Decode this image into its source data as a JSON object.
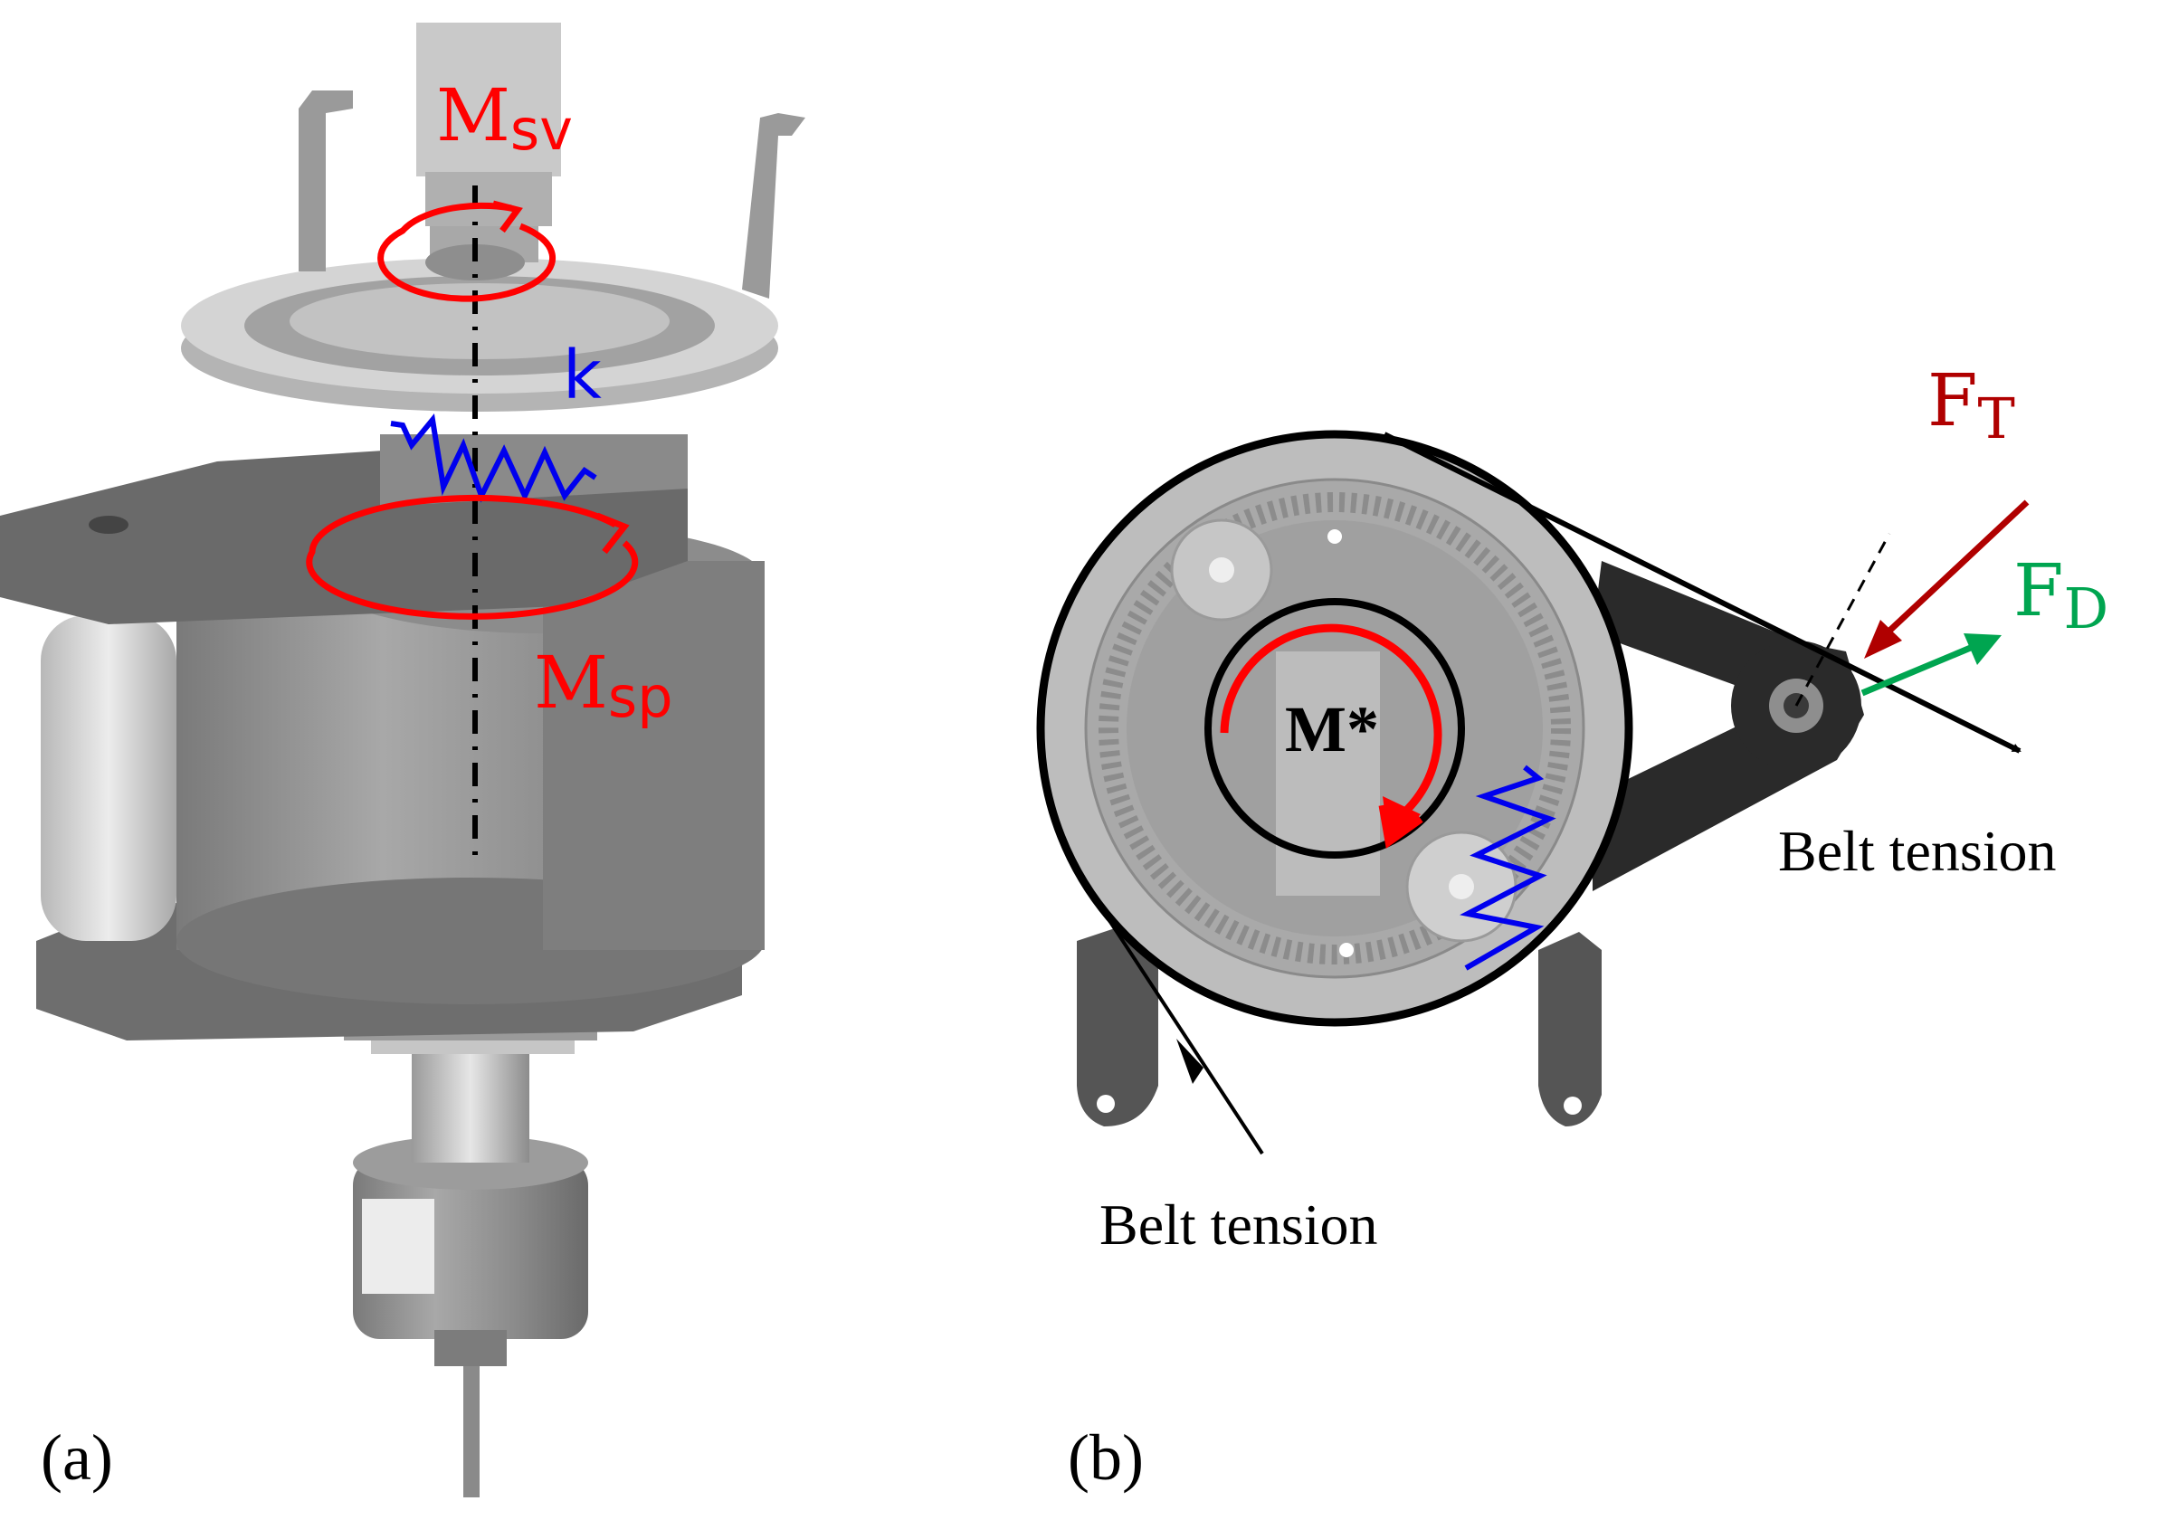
{
  "panels": {
    "a": {
      "caption": "(a)"
    },
    "b": {
      "caption": "(b)"
    }
  },
  "symbols": {
    "m_sv": {
      "main": "M",
      "sub": "sv"
    },
    "k": "k",
    "m_sp": {
      "main": "M",
      "sub": "sp"
    },
    "m_star": "M*",
    "f_t": {
      "main": "F",
      "sub": "T"
    },
    "f_d": {
      "main": "F",
      "sub": "D"
    }
  },
  "annotations": {
    "belt_tension_right": "Belt tension",
    "belt_tension_left": "Belt tension"
  },
  "colors": {
    "moment": "#ff0000",
    "spring": "#0000ee",
    "tension_force": "#b00000",
    "drag_force": "#00a550",
    "arrow": "#000000",
    "part_light": "#c8c8c8",
    "part_mid": "#8e8e8e",
    "part_dark": "#6a6a6a"
  }
}
